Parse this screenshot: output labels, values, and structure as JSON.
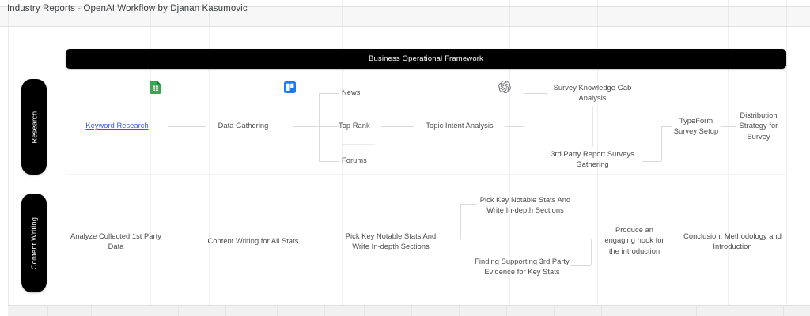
{
  "window": {
    "title": "Industry Reports - OpenAI Workflow by Djanan Kasumovic"
  },
  "banner": {
    "label": "Business Operational Framework"
  },
  "lanes": [
    {
      "id": "research",
      "label": "Research"
    },
    {
      "id": "content-writing",
      "label": "Content Writing"
    }
  ],
  "colors": {
    "banner_bg": "#000000",
    "lane_bg": "#000000",
    "link_text": "#3b5bdb",
    "node_text": "#4a4a4a",
    "connector": "#d9d9d9",
    "gsheet_green": "#34a853",
    "trello_blue": "#1d7afc",
    "openai_gray": "#74767b"
  },
  "research_row": {
    "nodes": [
      {
        "id": "keyword-research",
        "label": "Keyword Research",
        "is_link": true
      },
      {
        "id": "data-gathering",
        "label": "Data Gathering",
        "is_link": false
      },
      {
        "id": "news",
        "label": "News",
        "is_link": false
      },
      {
        "id": "top-rank",
        "label": "Top Rank",
        "is_link": false
      },
      {
        "id": "forums",
        "label": "Forums",
        "is_link": false
      },
      {
        "id": "topic-intent-analysis",
        "label": "Topic Intent Analysis",
        "is_link": false
      },
      {
        "id": "survey-knowledge-gab",
        "label": "Survey Knowledge Gab Analysis",
        "is_link": false
      },
      {
        "id": "third-party-surveys",
        "label": "3rd Party Report Surveys Gathering",
        "is_link": false
      },
      {
        "id": "typeform-survey-setup",
        "label": "TypeForm Survey Setup",
        "is_link": false
      },
      {
        "id": "distribution-strategy",
        "label": "Distribution Strategy for Survey",
        "is_link": false
      }
    ],
    "icons": [
      {
        "id": "google-sheets-icon",
        "name": "google-sheets-icon"
      },
      {
        "id": "trello-icon",
        "name": "trello-icon"
      },
      {
        "id": "openai-icon",
        "name": "openai-icon"
      }
    ]
  },
  "content_writing_row": {
    "nodes": [
      {
        "id": "analyze-first-party-data",
        "label": "Analyze Collected 1st Party Data"
      },
      {
        "id": "content-writing-all-stats",
        "label": "Content Writing for All Stats"
      },
      {
        "id": "pick-key-stats-main",
        "label": "Pick Key Notable Stats And Write In-depth Sections"
      },
      {
        "id": "pick-key-stats-branch",
        "label": "Pick Key Notable Stats And Write In-depth Sections"
      },
      {
        "id": "finding-supporting-3rd",
        "label": "Finding Supporting 3rd Party Evidence for Key Stats"
      },
      {
        "id": "produce-hook",
        "label": "Produce an engaging hook for the introduction"
      },
      {
        "id": "conclusion-methodology",
        "label": "Conclusion, Methodology and Introduction"
      }
    ]
  }
}
